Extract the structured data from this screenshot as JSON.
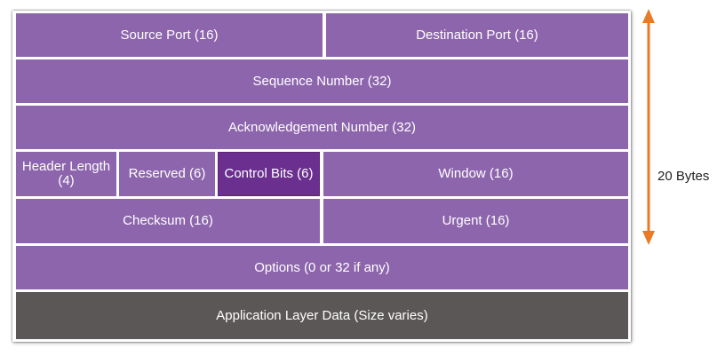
{
  "header_fields": {
    "source_port": "Source Port (16)",
    "destination_port": "Destination Port (16)",
    "sequence_number": "Sequence Number (32)",
    "acknowledgement_number": "Acknowledgement Number (32)",
    "header_length_line1": "Header Length",
    "header_length_line2": "(4)",
    "reserved": "Reserved (6)",
    "control_bits": "Control Bits (6)",
    "window": "Window (16)",
    "checksum": "Checksum (16)",
    "urgent": "Urgent (16)",
    "options": "Options (0 or 32 if any)",
    "application_data": "Application Layer Data (Size varies)"
  },
  "size_annotation": {
    "label": "20 Bytes"
  },
  "colors": {
    "field": "#8d65ac",
    "highlight_field": "#6a2f8f",
    "data_field": "#5b5756",
    "arrow": "#ea7a24"
  }
}
